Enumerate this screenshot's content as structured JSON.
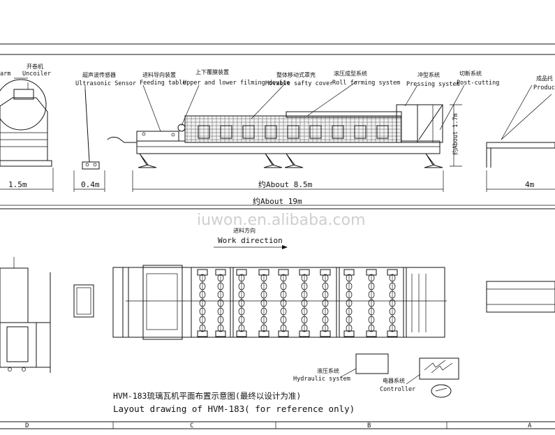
{
  "labels": {
    "arm": "arm",
    "uncoiler_cn": "开卷机",
    "uncoiler_en": "Uncoiler",
    "sensor_cn": "超声波传感器",
    "sensor_en": "Ultrasonic Sensor",
    "feeding_cn": "进料导向装置",
    "feeding_en": "Feeding table",
    "film_cn": "上下覆膜装置",
    "film_en": "Upper and lower filming device",
    "cover_cn": "整体移动式罩壳",
    "cover_en": "Movable safty cover",
    "roll_cn": "滚压成型系统",
    "roll_en": "Roll forming system",
    "press_cn": "冲型系统",
    "press_en": "Pressing system",
    "cut_cn": "切断系统",
    "cut_en": "Post-cutting",
    "product_cn": "成品托",
    "product_en": "Product",
    "height": "约About 1.7m"
  },
  "dimensions": {
    "d1": "1.5m",
    "d2": "0.4m",
    "d3": "约About 8.5m",
    "d4": "4m",
    "total": "约About 19m"
  },
  "watermark": "iuwon.en.alibaba.com",
  "plan": {
    "direction_cn": "进料方向",
    "direction_en": "Work direction",
    "hydraulic_cn": "液压系统",
    "hydraulic_en": "Hydraulic system",
    "controller_cn": "电器系统",
    "controller_en": "Controller"
  },
  "captions": {
    "cn": "HVM-183琉璃瓦机平面布置示意图(最终以设计为准)",
    "en": "Layout drawing of HVM-183( for reference only)"
  },
  "border_marks": [
    "D",
    "C",
    "B",
    "A"
  ]
}
